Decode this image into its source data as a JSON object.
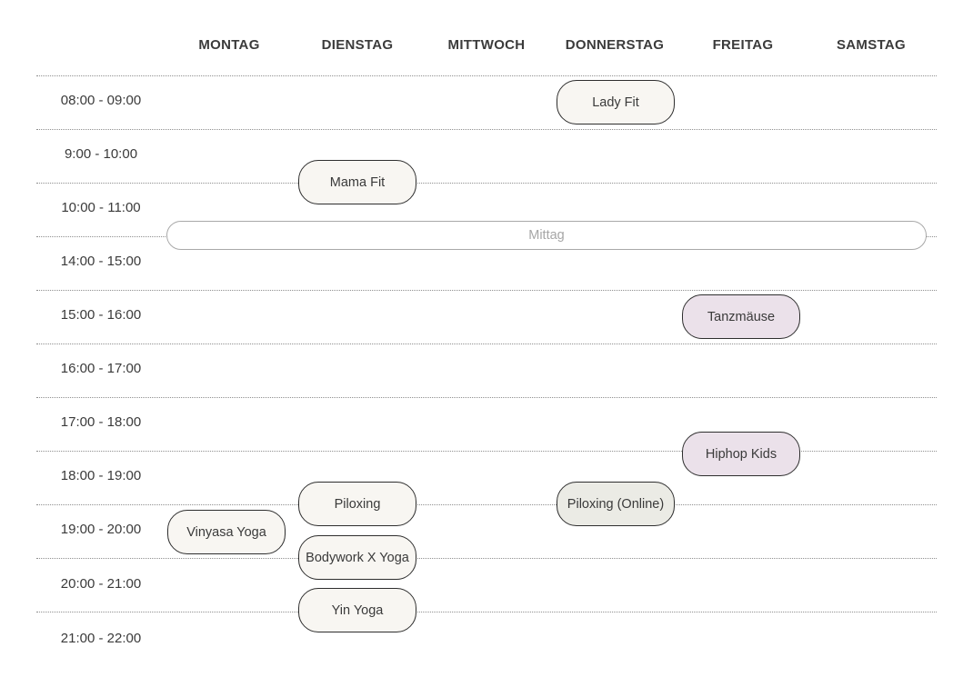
{
  "days": [
    "MONTAG",
    "DIENSTAG",
    "MITTWOCH",
    "DONNERSTAG",
    "FREITAG",
    "SAMSTAG"
  ],
  "times": [
    "08:00 - 09:00",
    "9:00 - 10:00",
    "10:00 - 11:00",
    "14:00 - 15:00",
    "15:00 - 16:00",
    "16:00 - 17:00",
    "17:00 - 18:00",
    "18:00 - 19:00",
    "19:00 - 20:00",
    "20:00 - 21:00",
    "21:00 - 22:00"
  ],
  "lunch_break": "Mittag",
  "classes": {
    "lady_fit": "Lady Fit",
    "mama_fit": "Mama Fit",
    "tanzmaeuse": "Tanzmäuse",
    "hiphop_kids": "Hiphop Kids",
    "piloxing": "Piloxing",
    "piloxing_online": "Piloxing (Online)",
    "vinyasa_yoga": "Vinyasa Yoga",
    "bodywork_yoga": "Bodywork X Yoga",
    "yin_yoga": "Yin Yoga"
  },
  "colors": {
    "neutral": "#f8f6f2",
    "lilac": "#ebe1ea",
    "sage": "#ebebe5",
    "border": "#2e2e2e",
    "lunch_text": "#a6a6a6"
  }
}
